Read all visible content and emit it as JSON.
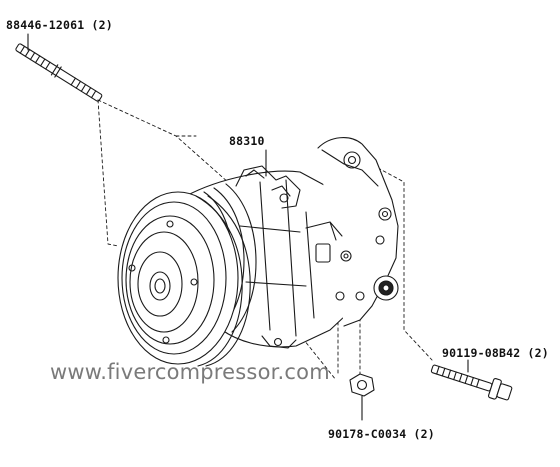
{
  "diagram": {
    "parts": [
      {
        "id": "stud-bolt",
        "part_number": "88446-12061",
        "qty_label": "(2)"
      },
      {
        "id": "compressor",
        "part_number": "88310",
        "qty_label": ""
      },
      {
        "id": "flange-bolt",
        "part_number": "90119-08B42",
        "qty_label": "(2)"
      },
      {
        "id": "nut",
        "part_number": "90178-C0034",
        "qty_label": "(2)"
      }
    ],
    "watermark": "www.fivercompressor.com"
  },
  "colors": {
    "line": "#1a1a1a",
    "watermark": "#555555",
    "background": "#ffffff"
  }
}
